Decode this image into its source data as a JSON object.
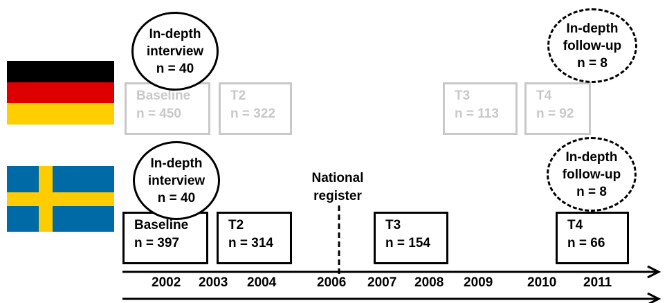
{
  "germany": {
    "flag_colors": [
      "#000000",
      "#dd0000",
      "#ffce00"
    ],
    "interview": {
      "line1": "In-depth",
      "line2": "interview",
      "line3": "n = 40"
    },
    "followup": {
      "line1": "In-depth",
      "line2": "follow-up",
      "line3": "n = 8"
    },
    "waves": [
      {
        "name": "Baseline",
        "n": "n = 450"
      },
      {
        "name": "T2",
        "n": "n = 322"
      },
      {
        "name": "T3",
        "n": "n = 113"
      },
      {
        "name": "T4",
        "n": "n = 92"
      }
    ]
  },
  "sweden": {
    "flag_colors": [
      "#006aa7",
      "#fecc00"
    ],
    "interview": {
      "line1": "In-depth",
      "line2": "interview",
      "line3": "n = 40"
    },
    "followup": {
      "line1": "In-depth",
      "line2": "follow-up",
      "line3": "n = 8"
    },
    "national_register": {
      "line1": "National",
      "line2": "register"
    },
    "waves": [
      {
        "name": "Baseline",
        "n": "n = 397"
      },
      {
        "name": "T2",
        "n": "n = 314"
      },
      {
        "name": "T3",
        "n": "n = 154"
      },
      {
        "name": "T4",
        "n": "n = 66"
      }
    ]
  },
  "timeline": {
    "years": [
      "2002",
      "2003",
      "2004",
      "2006",
      "2007",
      "2008",
      "2009",
      "2010",
      "2011"
    ]
  }
}
